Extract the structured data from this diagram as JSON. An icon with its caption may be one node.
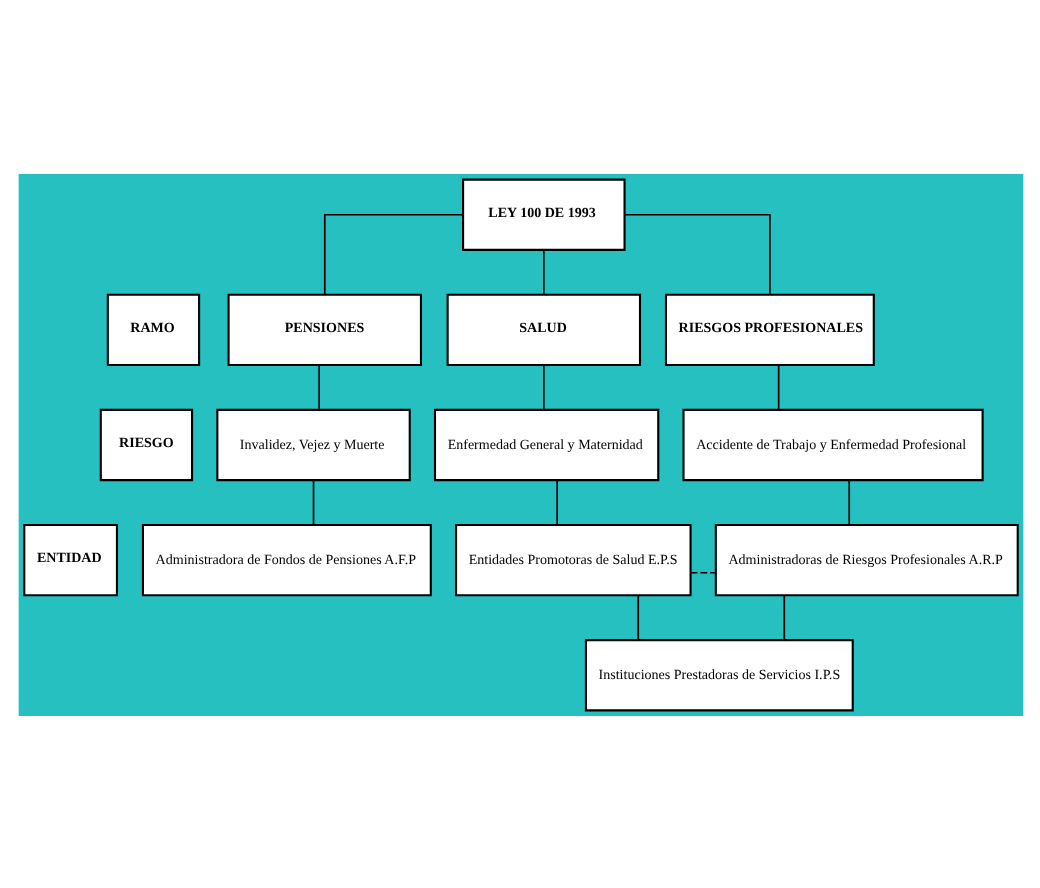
{
  "diagram": {
    "nodes": [
      {
        "text": [
          "LEY 100 DE 1993"
        ]
      },
      {
        "text": [
          "RAMO"
        ]
      },
      {
        "text": [
          "PENSIONES"
        ]
      },
      {
        "text": [
          "SALUD"
        ]
      },
      {
        "text": [
          "RIESGOS PROFESIONALES"
        ]
      },
      {
        "text": [
          "RIESGO"
        ]
      },
      {
        "text": [
          "Invalidez, Vejez y Muerte"
        ]
      },
      {
        "text": [
          "Enfermedad General y Maternidad"
        ]
      },
      {
        "text": [
          "Accidente de Trabajo y Enfermedad Profesional"
        ]
      },
      {
        "text": [
          "ENTIDAD"
        ]
      },
      {
        "text": [
          "Administradora de Fondos de Pensiones A.F.P"
        ]
      },
      {
        "text": [
          "Entidades Promotoras de Salud E.P.S"
        ]
      },
      {
        "text": [
          "Administradoras de Riesgos Profesionales A.R.P"
        ]
      },
      {
        "text": [
          "Instituciones Prestadoras de Servicios I.P.S"
        ]
      }
    ],
    "edges": [
      {
        "from": 0,
        "to": 2,
        "arrow": "none"
      },
      {
        "from": 0,
        "to": 3,
        "arrow": "none"
      },
      {
        "from": 0,
        "to": 4,
        "arrow": "none"
      },
      {
        "from": 2,
        "to": 6,
        "arrow": "none"
      },
      {
        "from": 3,
        "to": 7,
        "arrow": "none"
      },
      {
        "from": 4,
        "to": 8,
        "arrow": "none"
      },
      {
        "from": 6,
        "to": 10,
        "arrow": "none"
      },
      {
        "from": 7,
        "to": 11,
        "arrow": "none"
      },
      {
        "from": 8,
        "to": 12,
        "arrow": "none"
      },
      {
        "from": 11,
        "to": 12,
        "arrow": "none",
        "style": "dashed"
      },
      {
        "from": 11,
        "to": 13,
        "arrow": "none"
      },
      {
        "from": 12,
        "to": 13,
        "arrow": "none"
      }
    ]
  }
}
